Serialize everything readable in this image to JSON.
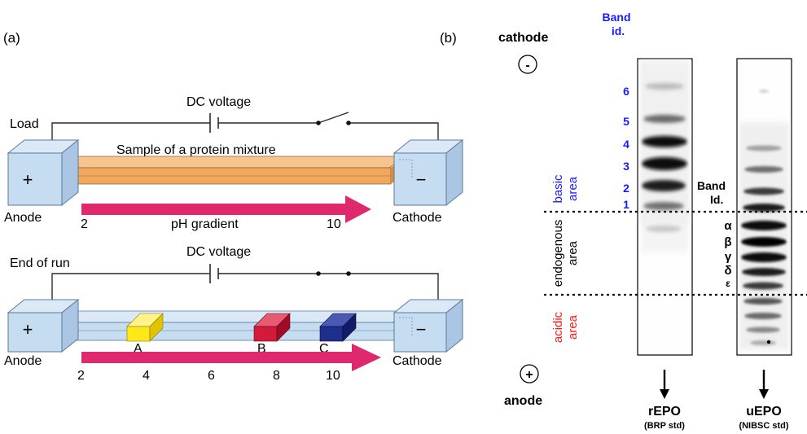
{
  "panel_a": {
    "panel_label": "(a)",
    "top": {
      "state": "Load",
      "voltage": "DC voltage",
      "sample": "Sample of a protein mixture",
      "anode": "Anode",
      "cathode": "Cathode",
      "plus": "+",
      "minus": "−",
      "gradient_label": "pH gradient",
      "ph_start": "2",
      "ph_end": "10"
    },
    "bottom": {
      "state": "End of run",
      "voltage": "DC voltage",
      "anode": "Anode",
      "cathode": "Cathode",
      "plus": "+",
      "minus": "−",
      "ph_ticks": [
        "2",
        "4",
        "6",
        "8",
        "10"
      ],
      "bands": [
        {
          "label": "A",
          "color": "#ffe81a"
        },
        {
          "label": "B",
          "color": "#d21a3c"
        },
        {
          "label": "C",
          "color": "#1e2e8c"
        }
      ]
    },
    "colors": {
      "gel_orange": "#f2a85c",
      "tube_blue": "#c6dcf0",
      "arrow_pink": "#e0286e"
    }
  },
  "panel_b": {
    "panel_label": "(b)",
    "band_id_header": [
      "Band",
      "id."
    ],
    "cathode": "cathode",
    "anode": "anode",
    "minus": "-",
    "plus": "+",
    "area_labels": [
      {
        "text": "basic area",
        "lines": [
          "basic",
          "area"
        ],
        "color": "#1a1aff"
      },
      {
        "text": "endogenous area",
        "lines": [
          "endogenous",
          "area"
        ],
        "color": "#000000"
      },
      {
        "text": "acidic area",
        "lines": [
          "acidic",
          "area"
        ],
        "color": "#ff1a1a"
      }
    ],
    "band_numbers": [
      "6",
      "5",
      "4",
      "3",
      "2",
      "1"
    ],
    "band_id_right": [
      "Band",
      "Id."
    ],
    "greek_bands": [
      "α",
      "β",
      "γ",
      "δ",
      "ε"
    ],
    "lanes": [
      {
        "name": "rEPO",
        "sub": "(BRP std)"
      },
      {
        "name": "uEPO",
        "sub": "(NIBSC std)"
      }
    ]
  }
}
